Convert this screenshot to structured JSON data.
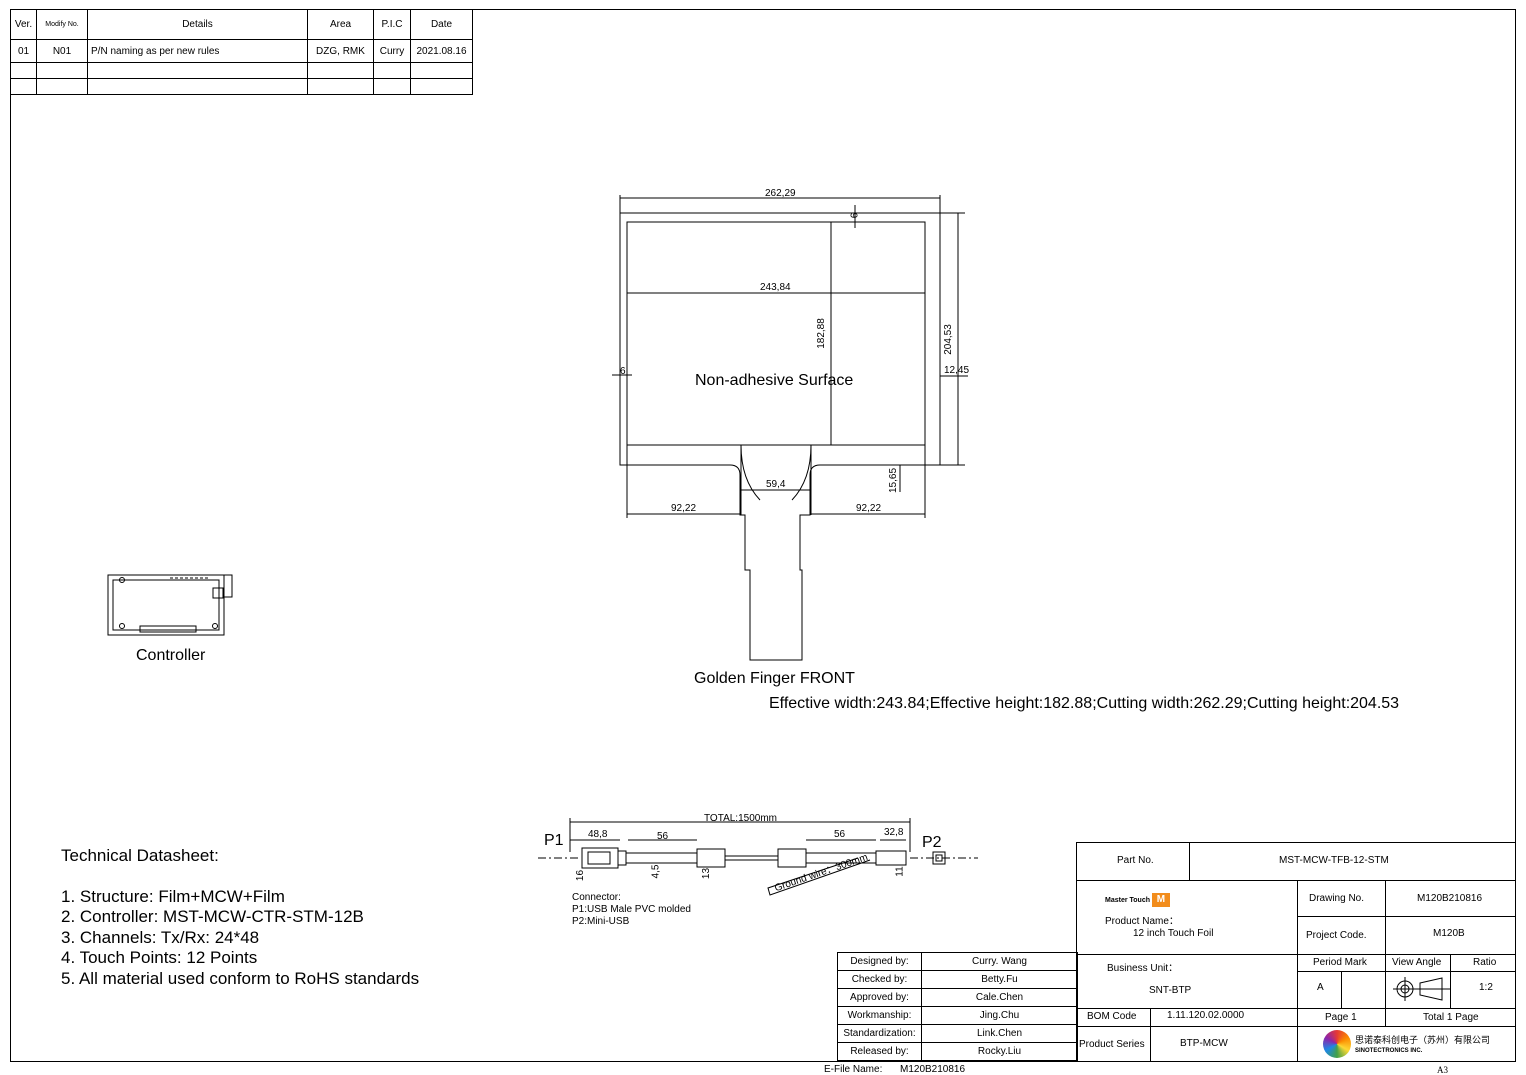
{
  "revision_table": {
    "headers": [
      "Ver.",
      "Modify No.",
      "Details",
      "Area",
      "P.I.C",
      "Date"
    ],
    "rows": [
      [
        "01",
        "N01",
        "P/N naming as per new rules",
        "DZG, RMK",
        "Curry",
        "2021.08.16"
      ]
    ]
  },
  "drawing": {
    "dims": {
      "cut_width": "262,29",
      "eff_width": "243,84",
      "eff_height": "182,88",
      "cut_height": "204,53",
      "margin_top": "6",
      "margin_left": "6",
      "right_margin": "12,45",
      "tail_width": "59,4",
      "tail_offset": "15,65",
      "left_span": "92,22",
      "right_span": "92,22"
    },
    "surface_label": "Non-adhesive Surface",
    "front_label": "Golden Finger FRONT",
    "summary": "Effective width:243.84;Effective height:182.88;Cutting width:262.29;Cutting height:204.53"
  },
  "controller_label": "Controller",
  "datasheet": {
    "title": "Technical Datasheet:",
    "items": [
      "1. Structure: Film+MCW+Film",
      "2. Controller: MST-MCW-CTR-STM-12B",
      "3. Channels: Tx/Rx: 24*48",
      "4. Touch Points: 12 Points",
      "5. All material used conform to RoHS standards"
    ]
  },
  "cable": {
    "total": "TOTAL:1500mm",
    "p1": "P1",
    "p2": "P2",
    "seg_dims": [
      "48,8",
      "56",
      "56",
      "32,8"
    ],
    "heights": [
      "16",
      "4,5",
      "13",
      "11"
    ],
    "ground_wire": "Ground wire：300mm",
    "connector_title": "Connector:",
    "connector_p1": "P1:USB Male PVC molded",
    "connector_p2": "P2:Mini-USB"
  },
  "signatures": [
    {
      "role": "Designed by:",
      "name": "Curry. Wang"
    },
    {
      "role": "Checked by:",
      "name": "Betty.Fu"
    },
    {
      "role": "Approved by:",
      "name": "Cale.Chen"
    },
    {
      "role": "Workmanship:",
      "name": "Jing.Chu"
    },
    {
      "role": "Standardization:",
      "name": "Link.Chen"
    },
    {
      "role": "Released by:",
      "name": "Rocky.Liu"
    }
  ],
  "title_block": {
    "part_no_label": "Part No.",
    "part_no": "MST-MCW-TFB-12-STM",
    "brand": "Master Touch",
    "product_name_label": "Product Name：",
    "product_name": "12 inch Touch Foil",
    "drawing_no_label": "Drawing No.",
    "drawing_no": "M120B210816",
    "project_code_label": "Project Code.",
    "project_code": "M120B",
    "business_unit_label": "Business Unit：",
    "business_unit": "SNT-BTP",
    "period_mark_label": "Period Mark",
    "view_angle_label": "View Angle",
    "ratio_label": "Ratio",
    "period_mark": "A",
    "ratio": "1:2",
    "bom_code_label": "BOM Code",
    "bom_code": "1.11.120.02.0000",
    "page": "Page 1",
    "total_pages": "Total 1 Page",
    "product_series_label": "Product Series",
    "product_series": "BTP-MCW",
    "company_cn": "思诺泰科创电子（苏州）有限公司",
    "company_en": "SINOTECTRONICS INC."
  },
  "efile_label": "E-File Name:",
  "efile_name": "M120B210816",
  "sheet_size": "A3"
}
